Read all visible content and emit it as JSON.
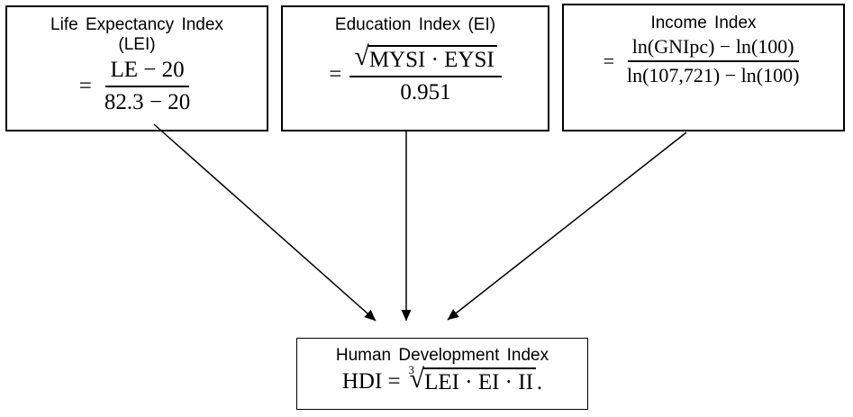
{
  "diagram": {
    "boxes": {
      "lei": {
        "title_line1": "Life Expectancy Index",
        "title_line2": "(LEI)",
        "equals": "=",
        "numerator": "LE − 20",
        "denominator": "82.3 − 20"
      },
      "ei": {
        "title": "Education Index (EI)",
        "equals": "=",
        "radical_sign": "√",
        "radicand": "MYSI · EYSI",
        "denominator": "0.951"
      },
      "ii": {
        "title": "Income Index",
        "equals": "=",
        "numerator": "ln(GNIpc) − ln(100)",
        "denominator": "ln(107,721) − ln(100)"
      },
      "hdi": {
        "title": "Human Development Index",
        "lhs": "HDI =",
        "root_index": "3",
        "radical_sign": "√",
        "radicand": "LEI · EI · II",
        "period": "."
      }
    },
    "colors": {
      "line": "#000000",
      "background": "#ffffff",
      "text": "#000000"
    }
  }
}
